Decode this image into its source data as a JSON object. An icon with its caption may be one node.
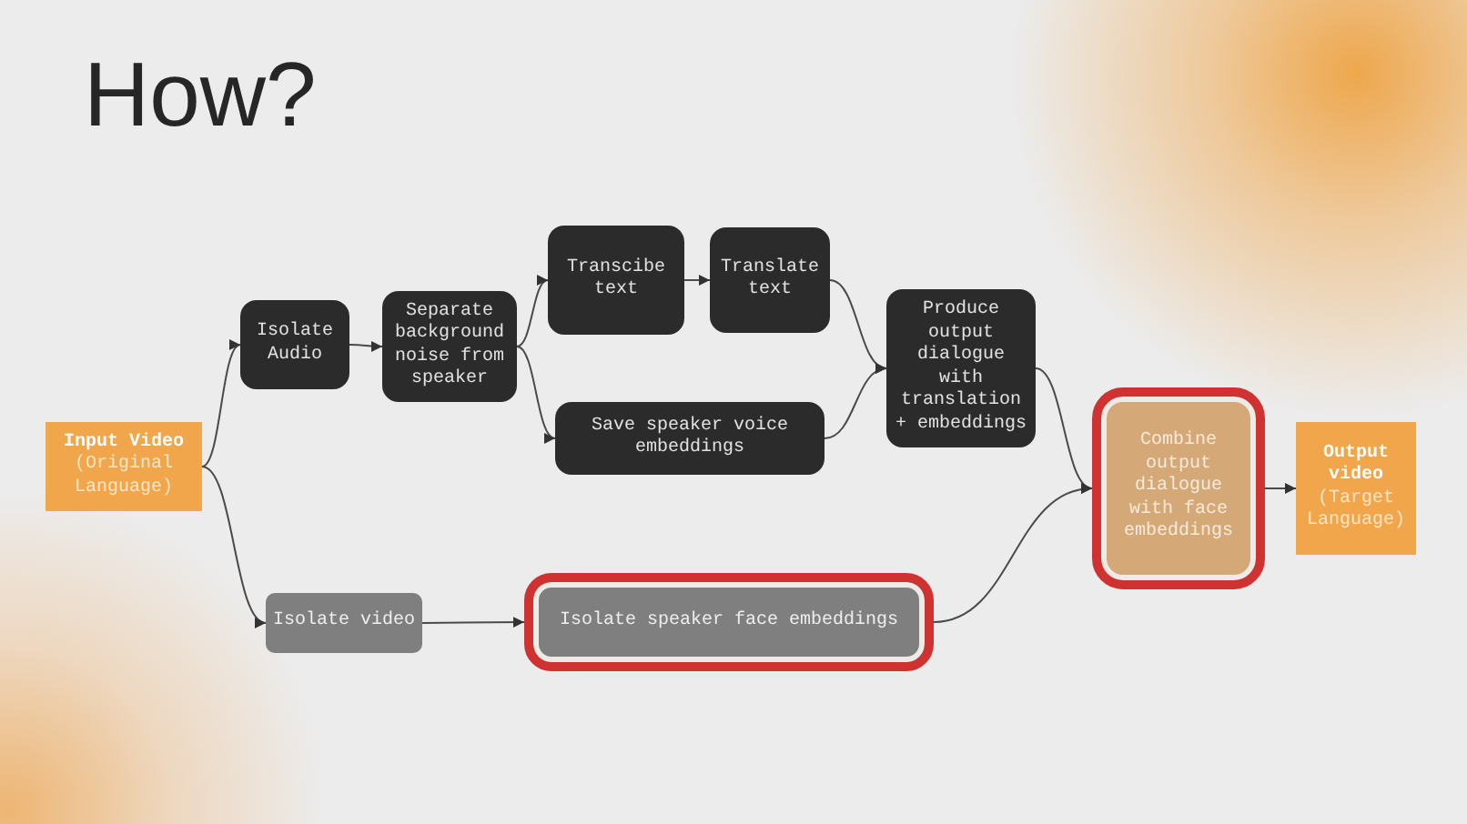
{
  "diagram": {
    "title": "How?",
    "nodes": [
      {
        "text": [
          "Input Video",
          "(Original Language)"
        ]
      },
      {
        "text": [
          "Isolate Audio"
        ]
      },
      {
        "text": [
          "Separate background noise from speaker"
        ]
      },
      {
        "text": [
          "Transcibe text"
        ]
      },
      {
        "text": [
          "Translate text"
        ]
      },
      {
        "text": [
          "Save speaker voice embeddings"
        ]
      },
      {
        "text": [
          "Produce output dialogue with translation + embeddings"
        ]
      },
      {
        "text": [
          "Isolate video"
        ]
      },
      {
        "text": [
          "Isolate speaker face embeddings"
        ]
      },
      {
        "text": [
          "Combine output dialogue with face embeddings"
        ]
      },
      {
        "text": [
          "Output video",
          "(Target Language)"
        ]
      }
    ],
    "edges": [
      {
        "from": 0,
        "to": 1,
        "arrow": "to"
      },
      {
        "from": 0,
        "to": 7,
        "arrow": "to"
      },
      {
        "from": 1,
        "to": 2,
        "arrow": "to"
      },
      {
        "from": 2,
        "to": 3,
        "arrow": "to"
      },
      {
        "from": 2,
        "to": 5,
        "arrow": "to"
      },
      {
        "from": 3,
        "to": 4,
        "arrow": "to"
      },
      {
        "from": 4,
        "to": 6,
        "arrow": "to"
      },
      {
        "from": 5,
        "to": 6,
        "arrow": "to"
      },
      {
        "from": 6,
        "to": 9,
        "arrow": "to"
      },
      {
        "from": 7,
        "to": 8,
        "arrow": "to"
      },
      {
        "from": 8,
        "to": 9,
        "arrow": "to"
      },
      {
        "from": 9,
        "to": 10,
        "arrow": "to"
      }
    ]
  }
}
